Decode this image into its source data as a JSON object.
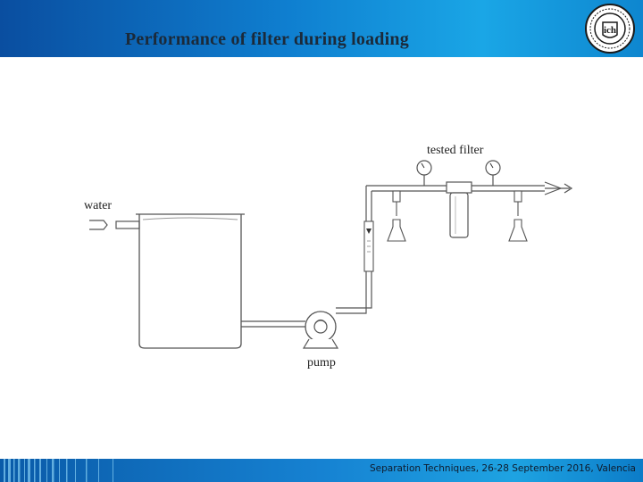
{
  "slide": {
    "title": "Performance of filter during loading",
    "footer": "Separation Techniques, 26-28 September 2016, Valencia",
    "logo_text": "ich"
  },
  "diagram": {
    "labels": {
      "water": "water",
      "tested_filter": "tested filter",
      "pump": "pump"
    }
  },
  "colors": {
    "header_blue": "#0f7fd0",
    "footer_blue": "#1682d2",
    "line": "#555555"
  }
}
